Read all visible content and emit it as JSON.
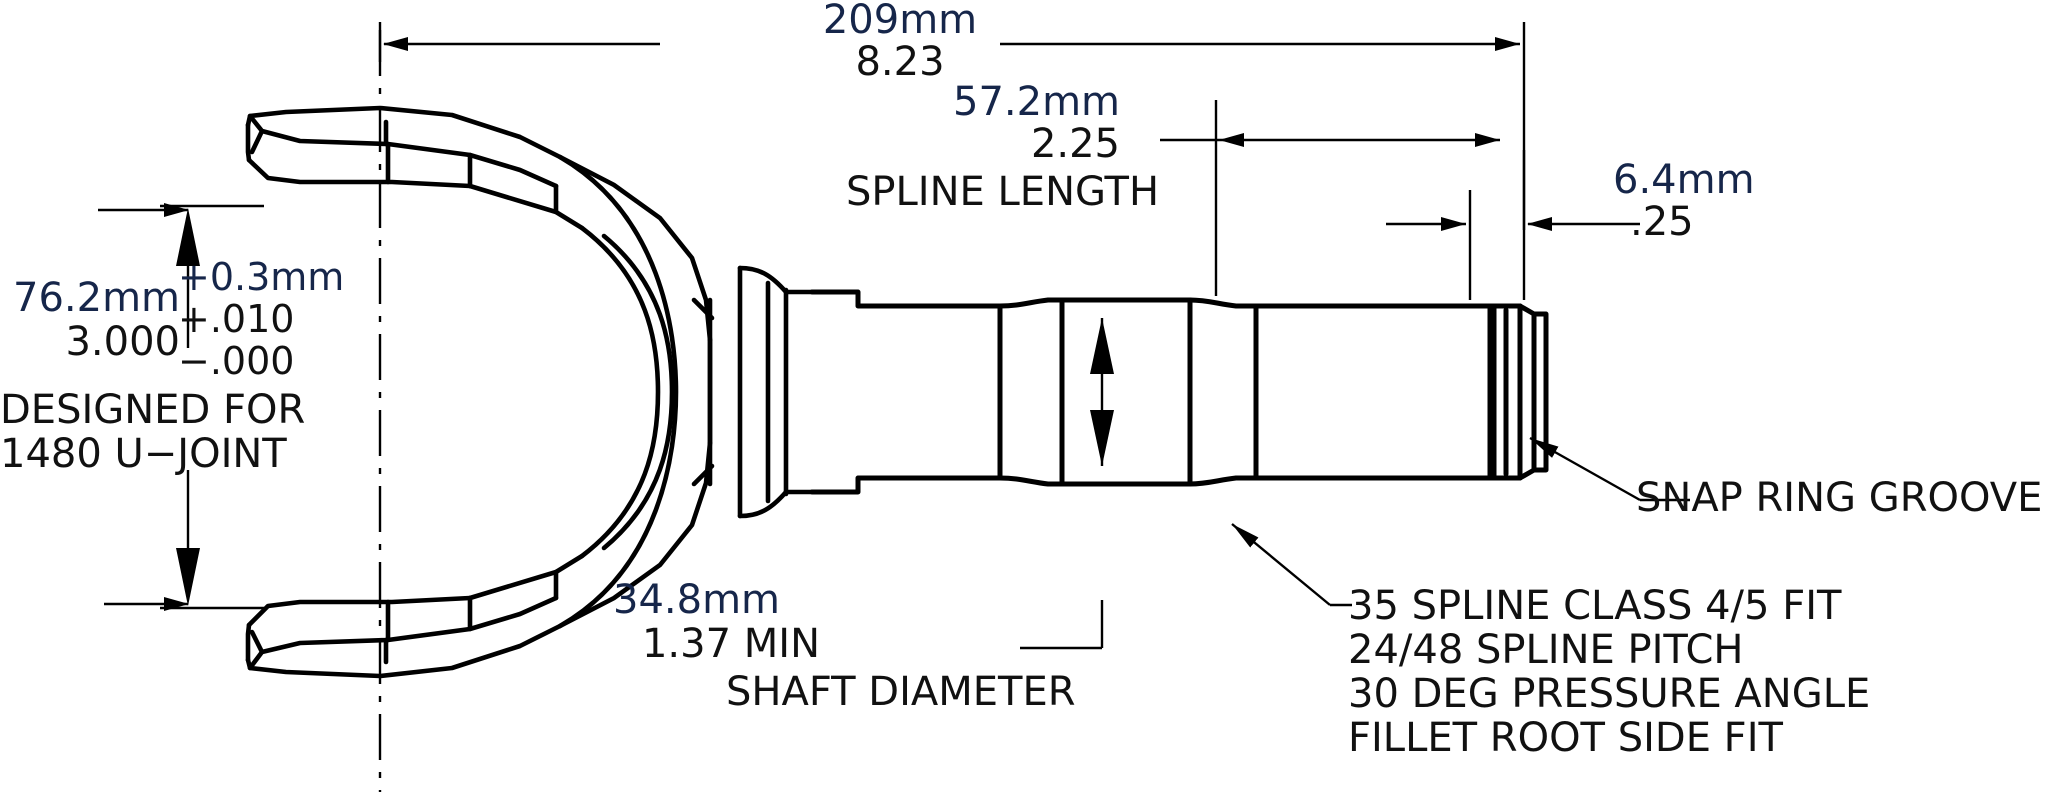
{
  "drawing": {
    "title": "Driveshaft Slip Yoke Technical Drawing",
    "colors": {
      "metric": "#16264a",
      "imperial": "#111111",
      "line": "#000000",
      "background": "#ffffff"
    }
  },
  "dimensions": {
    "overall_length": {
      "metric": "209mm",
      "imperial": "8.23",
      "caption": ""
    },
    "spline_length": {
      "metric": "57.2mm",
      "imperial": "2.25",
      "caption": "SPLINE LENGTH"
    },
    "snap_ring_width": {
      "metric": "6.4mm",
      "imperial": ".25",
      "caption": ""
    },
    "yoke_width": {
      "metric": "76.2mm",
      "imperial": "3.000",
      "tol_metric": "+0.3mm",
      "tol_plus": "+.010",
      "tol_minus": "−.000",
      "caption_line1": "DESIGNED FOR",
      "caption_line2": "1480 U−JOINT"
    },
    "shaft_diameter": {
      "metric": "34.8mm",
      "imperial": "1.37 MIN",
      "caption": "SHAFT DIAMETER"
    }
  },
  "callouts": {
    "snap_ring": "SNAP RING GROOVE",
    "spline_notes": [
      "35 SPLINE CLASS 4/5 FIT",
      "24/48 SPLINE PITCH",
      "30 DEG PRESSURE ANGLE",
      "FILLET ROOT SIDE FIT"
    ]
  }
}
